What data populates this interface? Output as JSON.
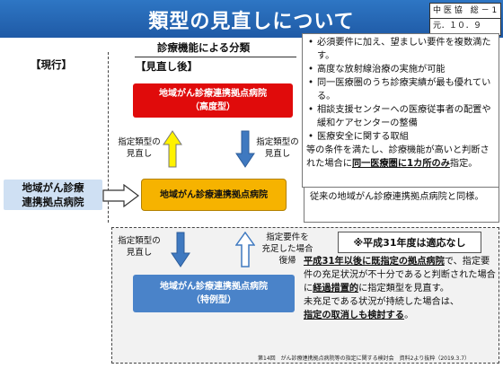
{
  "header": {
    "title": "類型の見直しについて",
    "ref_line1": "中 医 協　総 － 1",
    "ref_line2": "元．１０．９"
  },
  "labels": {
    "current": "【現行】",
    "category_heading": "診療機能による分類",
    "revised": "【見直し後】"
  },
  "boxes": {
    "advanced_line1": "地域がん診療連携拠点病院",
    "advanced_line2": "（高度型）",
    "current": "地域がん診療連携拠点病院",
    "special_line1": "地域がん診療連携拠点病院",
    "special_line2": "（特例型）",
    "left_line1": "地域がん診療",
    "left_line2": "連携拠点病院"
  },
  "arrows": {
    "left_up_line1": "指定類型の",
    "left_up_line2": "見直し",
    "right_down_line1": "指定類型の",
    "right_down_line2": "見直し",
    "lower_left_line1": "指定類型の",
    "lower_left_line2": "見直し",
    "lower_right_line1": "指定要件を",
    "lower_right_line2": "充足した場合",
    "lower_right_line3": "復帰"
  },
  "panel_top": {
    "items": [
      "必須要件に加え、望ましい要件を複数満たす。",
      "高度な放射線治療の実施が可能",
      "同一医療圏のうち診療実績が最も優れている。",
      "相談支援センターへの医療従事者の配置や緩和ケアセンターの整備",
      "医療安全に関する取組"
    ],
    "closing_pre": "等の条件を満たし、診療機能が高いと判断された場合に",
    "closing_emph": "同一医療圏に1カ所のみ",
    "closing_post": "指定。"
  },
  "panel_mid": {
    "text": "従来の地域がん診療連携拠点病院と同様。"
  },
  "note": "※平成31年度は適応なし",
  "panel_bottom": {
    "emph1": "平成31年以後に既指定の拠点病院",
    "text1": "で、指定要件の充足状況が不十分であると判断された場合に",
    "emph2": "経過措置的",
    "text2": "に指定類型を見直す。",
    "text3": "未充足である状況が持続した場合は、",
    "emph3": "指定の取消しも検討する",
    "text4": "。"
  },
  "footer": "第14回　がん診療連携拠点病院等の指定に関する検討会　資料2より抜粋（2019.3.7）",
  "colors": {
    "header_blue": "#1f5aa6",
    "advanced_red": "#e00b0b",
    "current_amber": "#f6b300",
    "special_blue": "#4a83c9",
    "arrow_yellow": "#fff200",
    "arrow_blue": "#3f79c0"
  }
}
